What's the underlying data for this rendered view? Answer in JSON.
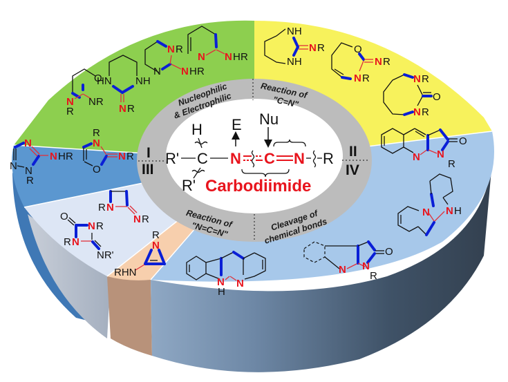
{
  "title": "Carbodiimide",
  "colors": {
    "green": "#8dcf4f",
    "yellow": "#f7f25c",
    "blue_left": "#5b97d0",
    "blue_right": "#a7c8ea",
    "lavender": "#dde6f5",
    "peach": "#f7cfad",
    "ring_gray": "#bcbcbc",
    "accent_red": "#e8141d",
    "bond_blue": "#0a1fd6"
  },
  "quadrants": [
    {
      "id": "I",
      "label_line1": "Nucleophilic",
      "label_line2": "& Electrophilic"
    },
    {
      "id": "II",
      "label_line1": "Reaction of",
      "label_line2": "\"C=N\""
    },
    {
      "id": "III",
      "label_line1": "Reaction of",
      "label_line2": "\"N=C=N\""
    },
    {
      "id": "IV",
      "label_line1": "Cleavage of",
      "label_line2": "chemical bonds"
    }
  ],
  "core_structure": {
    "left_substituent": "R'",
    "carbon": "C",
    "top_h": "H",
    "bottom_r": "R'",
    "n1": "N",
    "c": "C",
    "n2": "N",
    "right_r": "R",
    "electrophile": "E",
    "nucleophile": "Nu"
  },
  "atoms": {
    "O": "O",
    "N": "N",
    "R": "R",
    "NR": "NR",
    "NHR": "NHR",
    "HN": "HN",
    "NH": "NH",
    "NRp": "NR'",
    "RN": "RN",
    "RHN": "RHN",
    "H": "H"
  }
}
